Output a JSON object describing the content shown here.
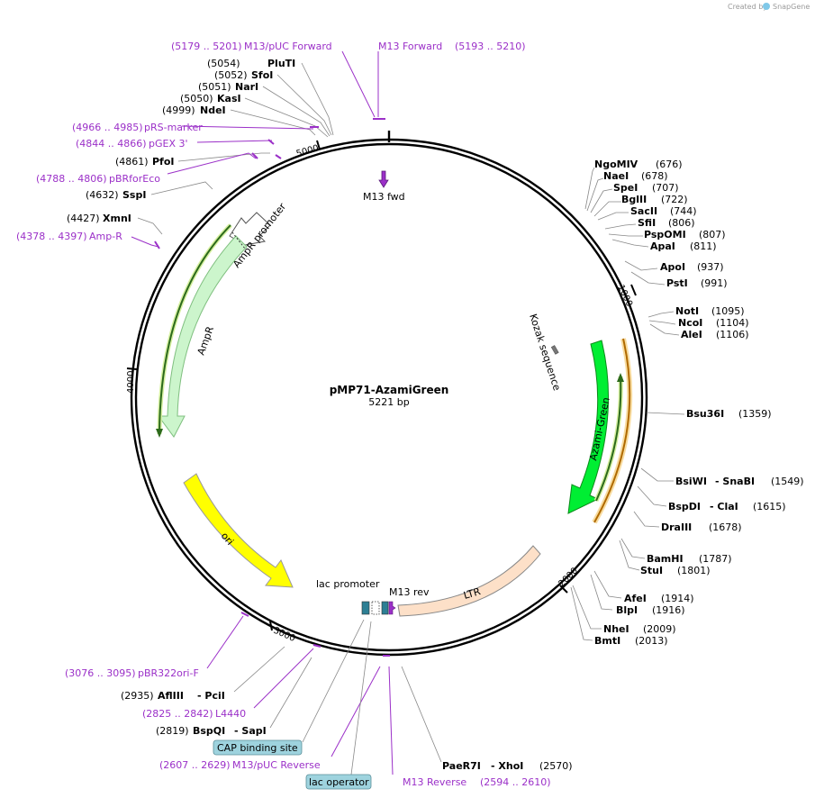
{
  "credit": {
    "created_by": "Created by",
    "brand": "SnapGene"
  },
  "plasmid": {
    "name": "pMP71-AzamiGreen",
    "size": "5221 bp"
  },
  "ticks": [
    "1000",
    "2000",
    "3000",
    "4000",
    "5000"
  ],
  "features": {
    "m13_fwd": "M13 fwd",
    "ampr_promoter": "AmpR promoter",
    "ampr": "AmpR",
    "ori": "ori",
    "lac_promoter": "lac promoter",
    "m13_rev": "M13 rev",
    "ltr": "LTR",
    "azami_green": "Azami-Green",
    "kozak": "Kozak sequence"
  },
  "sites_right": [
    {
      "name": "NgoMIV",
      "pos": "(676)"
    },
    {
      "name": "NaeI",
      "pos": "(678)"
    },
    {
      "name": "SpeI",
      "pos": "(707)"
    },
    {
      "name": "BglII",
      "pos": "(722)"
    },
    {
      "name": "SacII",
      "pos": "(744)"
    },
    {
      "name": "SfiI",
      "pos": "(806)"
    },
    {
      "name": "PspOMI",
      "pos": "(807)"
    },
    {
      "name": "ApaI",
      "pos": "(811)"
    },
    {
      "name": "ApoI",
      "pos": "(937)"
    },
    {
      "name": "PstI",
      "pos": "(991)"
    },
    {
      "name": "NotI",
      "pos": "(1095)"
    },
    {
      "name": "NcoI",
      "pos": "(1104)"
    },
    {
      "name": "AleI",
      "pos": "(1106)"
    },
    {
      "name": "Bsu36I",
      "pos": "(1359)"
    },
    {
      "name": "BsiWI",
      "name2": "- SnaBI",
      "pos": "(1549)"
    },
    {
      "name": "BspDI",
      "name2": "- ClaI",
      "pos": "(1615)"
    },
    {
      "name": "DraIII",
      "pos": "(1678)"
    },
    {
      "name": "BamHI",
      "pos": "(1787)"
    },
    {
      "name": "StuI",
      "pos": "(1801)"
    },
    {
      "name": "AfeI",
      "pos": "(1914)"
    },
    {
      "name": "BlpI",
      "pos": "(1916)"
    },
    {
      "name": "NheI",
      "pos": "(2009)"
    },
    {
      "name": "BmtI",
      "pos": "(2013)"
    }
  ],
  "sites_bottom": {
    "paer7i": {
      "name": "PaeR7I",
      "name2": "- XhoI",
      "pos": "(2570)"
    },
    "afliii": {
      "pos": "(2935)",
      "name": "AflIII",
      "name2": "- PciI"
    },
    "bspqi": {
      "pos": "(2819)",
      "name": "BspQI",
      "name2": "- SapI"
    }
  },
  "sites_left": [
    {
      "pos": "(5054)",
      "name": "PluTI"
    },
    {
      "pos": "(5052)",
      "name": "SfoI"
    },
    {
      "pos": "(5051)",
      "name": "NarI"
    },
    {
      "pos": "(5050)",
      "name": "KasI"
    },
    {
      "pos": "(4999)",
      "name": "NdeI"
    },
    {
      "pos": "(4861)",
      "name": "PfoI"
    },
    {
      "pos": "(4632)",
      "name": "SspI"
    },
    {
      "pos": "(4427)",
      "name": "XmnI"
    }
  ],
  "primers": {
    "m13_puc_fwd": {
      "range": "(5179 .. 5201)",
      "name": "M13/pUC Forward"
    },
    "m13_fwd": {
      "name": "M13 Forward",
      "range": "(5193 .. 5210)"
    },
    "prs_marker": {
      "range": "(4966 .. 4985)",
      "name": "pRS-marker"
    },
    "pgex3": {
      "range": "(4844 .. 4866)",
      "name": "pGEX 3'"
    },
    "pbrforeco": {
      "range": "(4788 .. 4806)",
      "name": "pBRforEco"
    },
    "amp_r": {
      "range": "(4378 .. 4397)",
      "name": "Amp-R"
    },
    "pbr322ori": {
      "range": "(3076 .. 3095)",
      "name": "pBR322ori-F"
    },
    "l4440": {
      "range": "(2825 .. 2842)",
      "name": "L4440"
    },
    "m13_puc_rev": {
      "range": "(2607 .. 2629)",
      "name": "M13/pUC Reverse"
    },
    "m13_reverse": {
      "name": "M13 Reverse",
      "range": "(2594 .. 2610)"
    }
  },
  "boxes": {
    "cap": "CAP binding site",
    "lac_operator": "lac operator"
  },
  "colors": {
    "primer": "#9b30c8",
    "ampr_fill": "#ccf5cc",
    "ampr_stroke": "#7fbf7f",
    "ori_fill": "#ffff00",
    "ltr_fill": "#fde0c8",
    "azami_fill": "#00ee33",
    "azami_orange": "#f5a623",
    "box_fill": "#9ed3de"
  }
}
